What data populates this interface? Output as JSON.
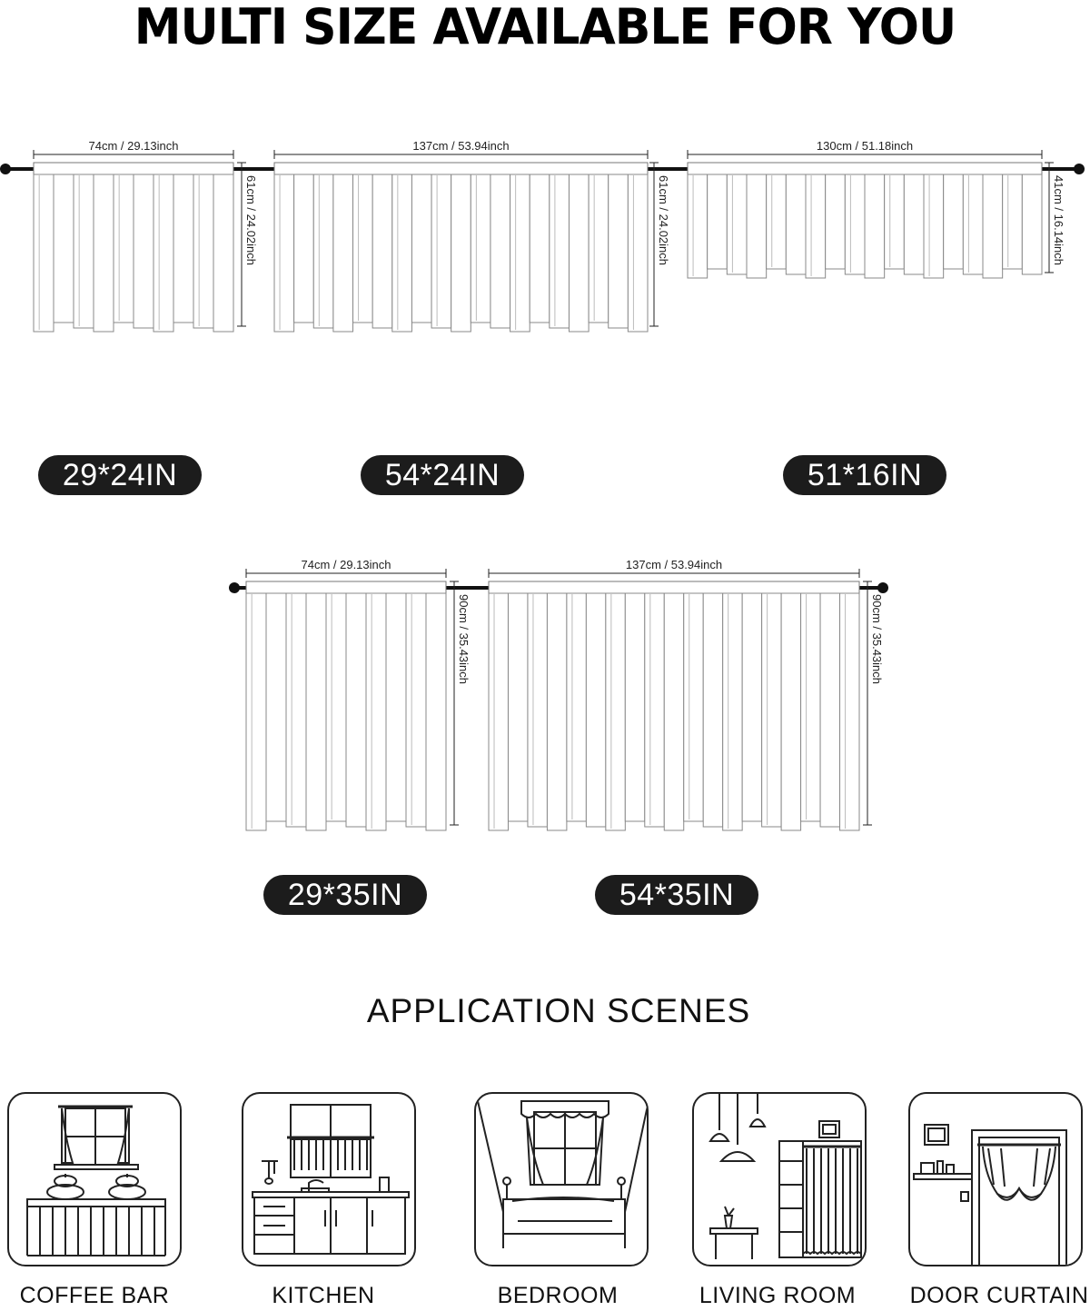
{
  "headline": "MULTI SIZE AVAILABLE FOR YOU",
  "products": [
    {
      "width_label": "74cm / 29.13inch",
      "height_label": "61cm / 24.02inch",
      "size_badge": "29*24IN"
    },
    {
      "width_label": "137cm / 53.94inch",
      "height_label": "61cm / 24.02inch",
      "size_badge": "54*24IN"
    },
    {
      "width_label": "130cm / 51.18inch",
      "height_label": "41cm / 16.14inch",
      "size_badge": "51*16IN"
    },
    {
      "width_label": "74cm / 29.13inch",
      "height_label": "90cm / 35.43inch",
      "size_badge": "29*35IN"
    },
    {
      "width_label": "137cm / 53.94inch",
      "height_label": "90cm / 35.43inch",
      "size_badge": "54*35IN"
    }
  ],
  "application": {
    "title": "APPLICATION SCENES",
    "scenes": [
      {
        "label": "COFFEE BAR",
        "icon": "coffee-bar-icon"
      },
      {
        "label": "KITCHEN",
        "icon": "kitchen-icon"
      },
      {
        "label": "BEDROOM",
        "icon": "bedroom-icon"
      },
      {
        "label": "LIVING ROOM",
        "icon": "living-room-icon"
      },
      {
        "label": "DOOR CURTAIN",
        "icon": "door-curtain-icon"
      }
    ]
  }
}
